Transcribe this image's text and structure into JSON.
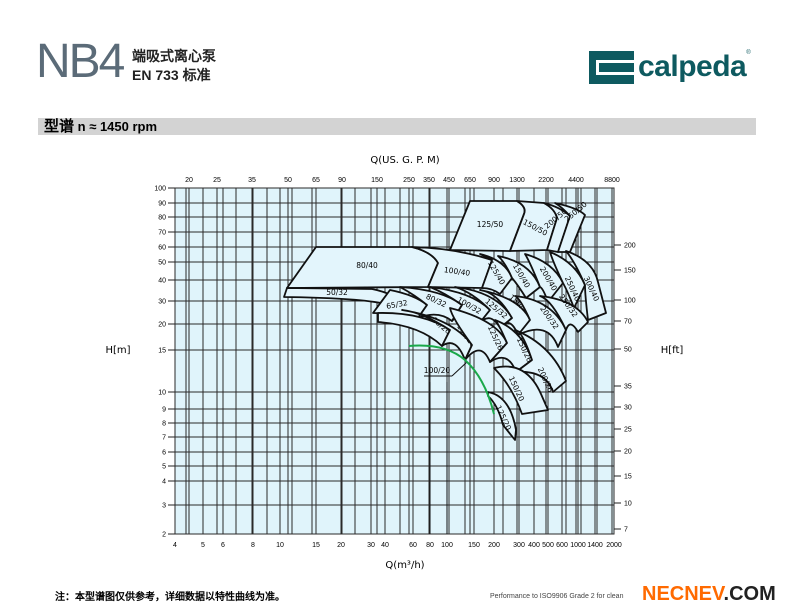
{
  "header": {
    "model": "NB4",
    "subtitle_cn": "端吸式离心泵",
    "standard": "EN 733 标准",
    "brand": "calpeda",
    "brand_mark": "®"
  },
  "section": {
    "title": "型谱",
    "speed": "n ≈ 1450  rpm"
  },
  "footer": {
    "note": "注：本型谱图仅供参考，详细数据以特性曲线为准。",
    "performance": "Performance to ISO9906 Grade 2 for clean",
    "watermark_a": "NECNEV",
    "watermark_b": ".COM"
  },
  "chart_data": {
    "type": "area",
    "title": "",
    "xlabel": "Q(m³/h)",
    "xlabel_top": "Q(US. G. P. M)",
    "ylabel": "H[m]",
    "ylabel_right": "H[ft]",
    "x_ticks": [
      "4",
      "5",
      "6",
      "8",
      "10",
      "15",
      "20",
      "30",
      "40",
      "60",
      "80",
      "100",
      "150",
      "200",
      "300",
      "400",
      "500",
      "600",
      "1000",
      "1400",
      "2000"
    ],
    "x_top_ticks": [
      "20",
      "25",
      "35",
      "50",
      "65",
      "90",
      "150",
      "250",
      "350",
      "450",
      "650",
      "900",
      "1300",
      "2200",
      "4400",
      "8800"
    ],
    "y_ticks": [
      "100",
      "90",
      "80",
      "70",
      "60",
      "50",
      "40",
      "30",
      "20",
      "15",
      "10",
      "9",
      "8",
      "7",
      "6",
      "5",
      "4",
      "3",
      "2"
    ],
    "y_right_ticks": [
      "200",
      "150",
      "100",
      "70",
      "50",
      "35",
      "30",
      "25",
      "20",
      "15",
      "10",
      "7"
    ],
    "ylim": [
      2,
      100
    ],
    "xlim": [
      4,
      2000
    ],
    "grid": true,
    "regions": [
      "80/40",
      "50/32",
      "100/40",
      "125/50",
      "150/50",
      "200/50",
      "250/50",
      "125/40",
      "150/40",
      "200/40",
      "250/40",
      "300/40",
      "65/32",
      "80/32",
      "100/32",
      "125/32",
      "150/32",
      "200/32",
      "250/32",
      "80/26",
      "100/26",
      "125/26",
      "150/26",
      "200/26",
      "150/20",
      "125/20",
      "100/20"
    ],
    "highlight_color": "#1aa84a",
    "fill_color": "#e0f4fb"
  }
}
